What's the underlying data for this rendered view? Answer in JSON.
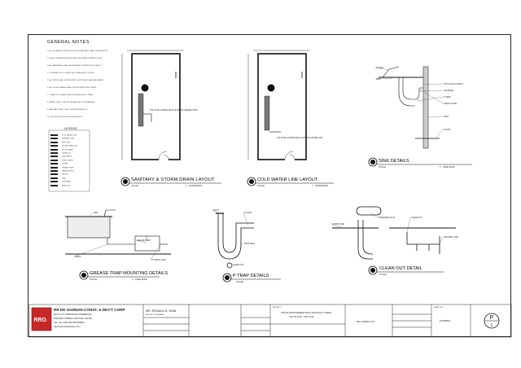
{
  "notes": {
    "title": "GENERAL NOTES",
    "lines": [
      "ALL PLUMBING WORKS INCLUDING SANITARY SHALL BE EXECUTED",
      "IN ACCORDANCE WITH REVISED NATIONAL PLUMBING CODE",
      "ALL MATERIALS SHALL BE NEW AND OF APPROVED QUALITY",
      "CONTRACTOR TO VERIFY ALL DIMENSIONS ON SITE",
      "ALL PIPES SHALL BE PROPERLY SUPPORTED AND ANCHORED",
      "ALL FLOOR DRAINS SHALL BE PROVIDED WITH TRAPS",
      "CLEAN OUTS SHALL BE ACCESSIBLE AT ALL TIMES",
      "WATER LINE TO BE TESTED BEFORE CONCEALMENT",
      "SANITARY LINE TO BE SLOPED MINIMUM 2%",
      "PROVIDE VENT PIPES AS REQUIRED"
    ]
  },
  "legend": {
    "title": "LEGEND",
    "rows": [
      "COLD WATER LINE",
      "SANITARY LINE",
      "VENT LINE",
      "STORM DRAIN LINE",
      "FLOOR DRAIN",
      "CLEAN OUT",
      "GATE VALVE",
      "CHECK VALVE",
      "P-TRAP",
      "GREASE TRAP",
      "WATER METER",
      "FAUCET",
      "SINK",
      "HOSE BIBB",
      "REDUCER"
    ]
  },
  "drawings": {
    "sanitary": {
      "title": "SANITARY & STORM DRAIN LAYOUT",
      "scale": "SCALE",
      "ratio": "1 : 100METERS",
      "tag": "TAP TO BE CONNECTED AT EXISTING GREASE TRAP"
    },
    "water": {
      "title": "COLD WATER LINE LAYOUT",
      "scale": "SCALE",
      "ratio": "1 : 100METERS",
      "tag": "TAP TO BE CONNECTED AT EXISTING WATER LINE"
    },
    "sink": {
      "title": "SINK DETAILS",
      "scale": "SCALE",
      "ratio": "1 : 10METERS",
      "labels": [
        "FAUCET",
        "SINK",
        "HOT & COLD SUPPLY",
        "TAILPIECE",
        "P-TRAP",
        "ANGLE VALVE",
        "WALL",
        "FLOOR"
      ]
    },
    "grease": {
      "title": "GREASE TRAP MOUNTING DETAILS",
      "scale": "SCALE",
      "ratio": "1 : 10METERS",
      "labels": [
        "SINK",
        "DRAIN",
        "GREASE TRAP",
        "TO DRAIN LINE"
      ]
    },
    "ptrap": {
      "title": "P TRAP DETAILS",
      "scale": "SCALE",
      "labels": [
        "INLET",
        "OUTLET",
        "TRAP SEAL",
        "CLEAN OUT"
      ]
    },
    "cleanout": {
      "title": "CLEAN OUT DETAIL",
      "scale": "SCALE",
      "labels": [
        "FLOOR SLAB",
        "THREADED PLUG",
        "CLEAN OUT",
        "SANITARY LINE"
      ]
    }
  },
  "title_block": {
    "company": "RR DE GUZMAN CONST. & DEV'T CORP",
    "address1": "BLK 5 LOT 2 PRESTIGE COMMERCIAL",
    "address2": "BUILDING TORRES, BACOOR, CAVITE",
    "contact": "TEL. NO. (046) 482-0816 EMAIL:",
    "email": "rrgconstruction@yahoo.com",
    "logo_text": "RRG",
    "designer": "MR. RONALD M. GIAN",
    "designer_role": "PROJECT ENGINEER",
    "project_label": "PROJECT",
    "project": "OFFICE IMPROVEMENT BLDG FINANCIAL TOWER",
    "project_sub": "21ST FLOOR - UNIT 2101",
    "owner": "MR. DOMINIC LIM",
    "sheet_label": "SHEET NO.",
    "sheet_contents": "PLUMBING",
    "sheet_no": "P",
    "sheet_total": "1"
  }
}
